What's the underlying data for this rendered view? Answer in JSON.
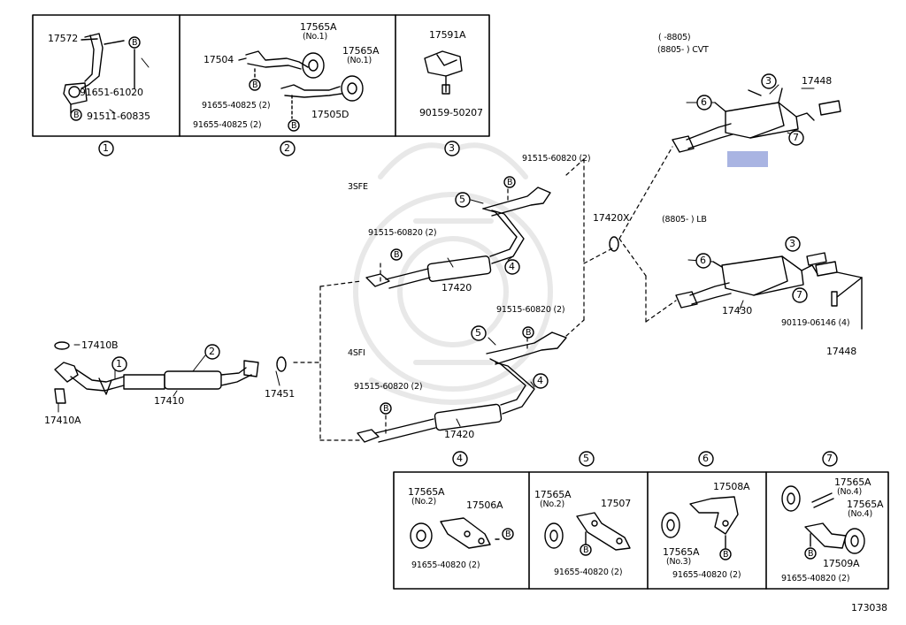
{
  "callouts": {
    "c1": "1",
    "c2": "2",
    "c3": "3",
    "c4": "4",
    "c5": "5",
    "c6": "6",
    "c7": "7",
    "b": "B"
  },
  "labels": {
    "p17572": "17572",
    "p91651_61020": "91651-61020",
    "p91511_60835": "91511-60835",
    "p17565A": "17565A",
    "no1": "(No.1)",
    "no2": "(No.2)",
    "no3": "(No.3)",
    "no4": "(No.4)",
    "p17504": "17504",
    "p91655_40825_2": "91655-40825 (2)",
    "p17505D": "17505D",
    "p17591A": "17591A",
    "p90159_50207": "90159-50207",
    "cvt_range1": "(      -8805)",
    "cvt_range2": "(8805-      ) CVT",
    "p17448": "17448",
    "p91515_60820_2": "91515-60820 (2)",
    "engine_3sfe": "3SFE",
    "engine_4sfi": "4SFI",
    "p17420X": "17420X",
    "lb_range": "(8805-      ) LB",
    "p17420": "17420",
    "p17430": "17430",
    "p90119_06146_4": "90119-06146 (4)",
    "p17410B": "17410B",
    "p17410": "17410",
    "p17451": "17451",
    "p17410A": "17410A",
    "p17506A": "17506A",
    "p91655_40820_2": "91655-40820 (2)",
    "p17507": "17507",
    "p17508A": "17508A",
    "p17509A": "17509A",
    "diagram_no": "173038"
  },
  "colors": {
    "highlight": "#a9b4e2",
    "line": "#000000",
    "watermark": "#e6e6e6"
  }
}
